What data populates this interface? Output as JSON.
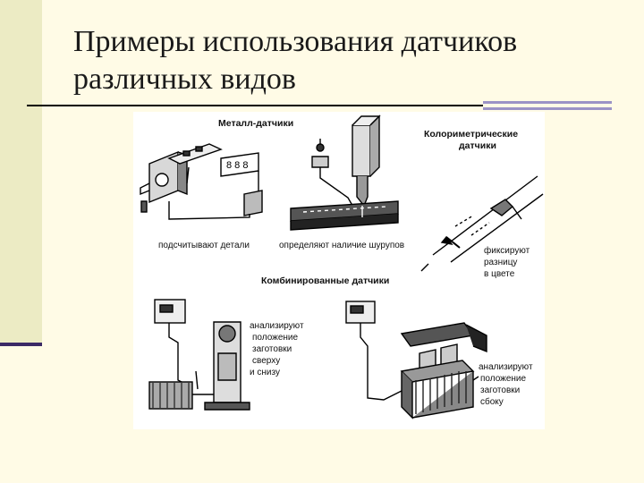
{
  "slide": {
    "title": "Примеры использования датчиков различных видов"
  },
  "figure": {
    "headers": {
      "metal": "Металл-датчики",
      "colorimetric_1": "Колориметрические",
      "colorimetric_2": "датчики",
      "combined": "Комбинированные датчики"
    },
    "captions": {
      "count_parts": "подсчитывают детали",
      "detect_screws": "определяют наличие шурупов",
      "fix_diff_1": "фиксируют",
      "fix_diff_2": "разницу",
      "fix_diff_3": "в цвете",
      "analyze_top_1": "анализируют",
      "analyze_top_2": "положение",
      "analyze_top_3": "заготовки",
      "analyze_top_4": "сверху",
      "analyze_top_5": "и снизу",
      "analyze_side_1": "анализируют",
      "analyze_side_2": "положение",
      "analyze_side_3": "заготовки",
      "analyze_side_4": "сбоку"
    }
  }
}
